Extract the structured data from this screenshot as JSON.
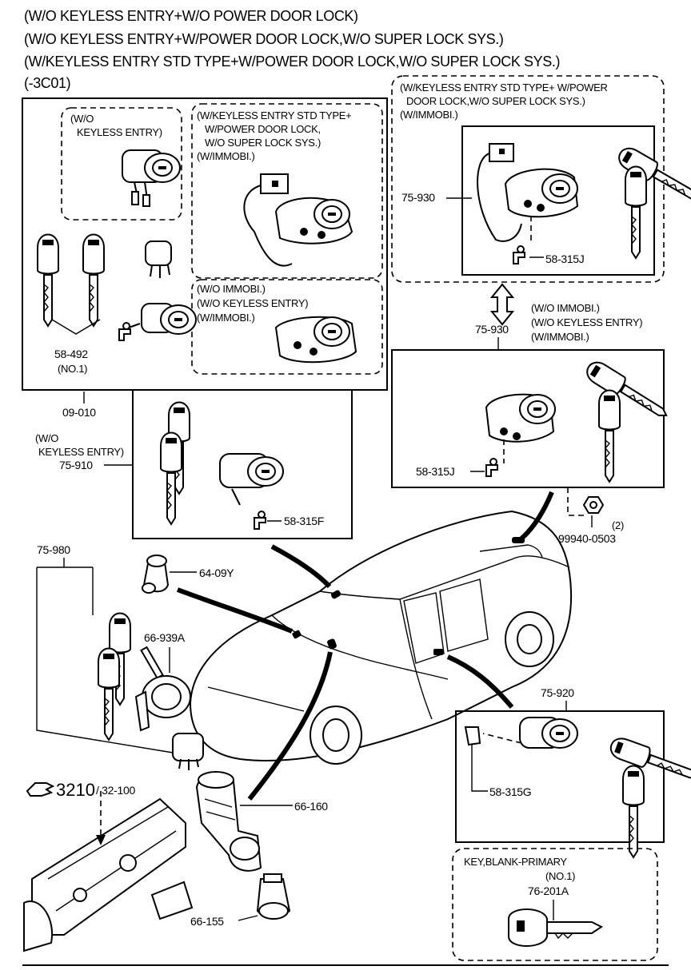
{
  "header": {
    "line1": "(W/O KEYLESS ENTRY+W/O POWER DOOR LOCK)",
    "line2": "(W/O KEYLESS ENTRY+W/POWER DOOR LOCK,W/O SUPER LOCK SYS.)",
    "line3": "(W/KEYLESS ENTRY STD TYPE+W/POWER DOOR LOCK,W/O SUPER LOCK SYS.)",
    "line4": "(-3C01)"
  },
  "boxes": {
    "wo_keyless": {
      "l1": "(W/O",
      "l2": "KEYLESS ENTRY)"
    },
    "w_keyless_immobi": {
      "l1": "(W/KEYLESS ENTRY STD TYPE+",
      "l2": "W/POWER DOOR LOCK,",
      "l3": "W/O SUPER LOCK SYS.)",
      "l4": "(W/IMMOBI.)"
    },
    "wo_immobi": {
      "l1": "(W/O IMMOBI.)",
      "l2": "(W/O KEYLESS ENTRY)",
      "l3": "(W/IMMOBI.)"
    },
    "right_top": {
      "l1": "(W/KEYLESS ENTRY STD TYPE+ W/POWER",
      "l2": "DOOR LOCK,W/O SUPER LOCK SYS.)",
      "l3": "(W/IMMOBI.)"
    },
    "right_mid": {
      "l1": "(W/O IMMOBI.)",
      "l2": "(W/O KEYLESS ENTRY)",
      "l3": "(W/IMMOBI.)"
    },
    "left_mid": {
      "l1": "(W/O",
      "l2": "KEYLESS ENTRY)"
    },
    "key_blank": {
      "title": "KEY,BLANK-PRIMARY",
      "sub": "(NO.1)"
    }
  },
  "parts": {
    "p58_492": "58-492",
    "p58_492_sub": "(NO.1)",
    "p09_010": "09-010",
    "p75_910": "75-910",
    "p58_315F": "58-315F",
    "p75_930a": "75-930",
    "p58_315J_a": "58-315J",
    "p75_930b": "75-930",
    "p58_315J_b": "58-315J",
    "p99940": "99940-0503",
    "p99940_qty": "(2)",
    "p75_980": "75-980",
    "p64_09Y": "64-09Y",
    "p66_939A": "66-939A",
    "p75_920": "75-920",
    "p58_315G": "58-315G",
    "p3210": "3210",
    "p32_100": "/ 32-100",
    "p66_160": "66-160",
    "p66_155": "66-155",
    "p76_201A": "76-201A"
  },
  "icons": {
    "reference": "pointing-hand-icon"
  }
}
